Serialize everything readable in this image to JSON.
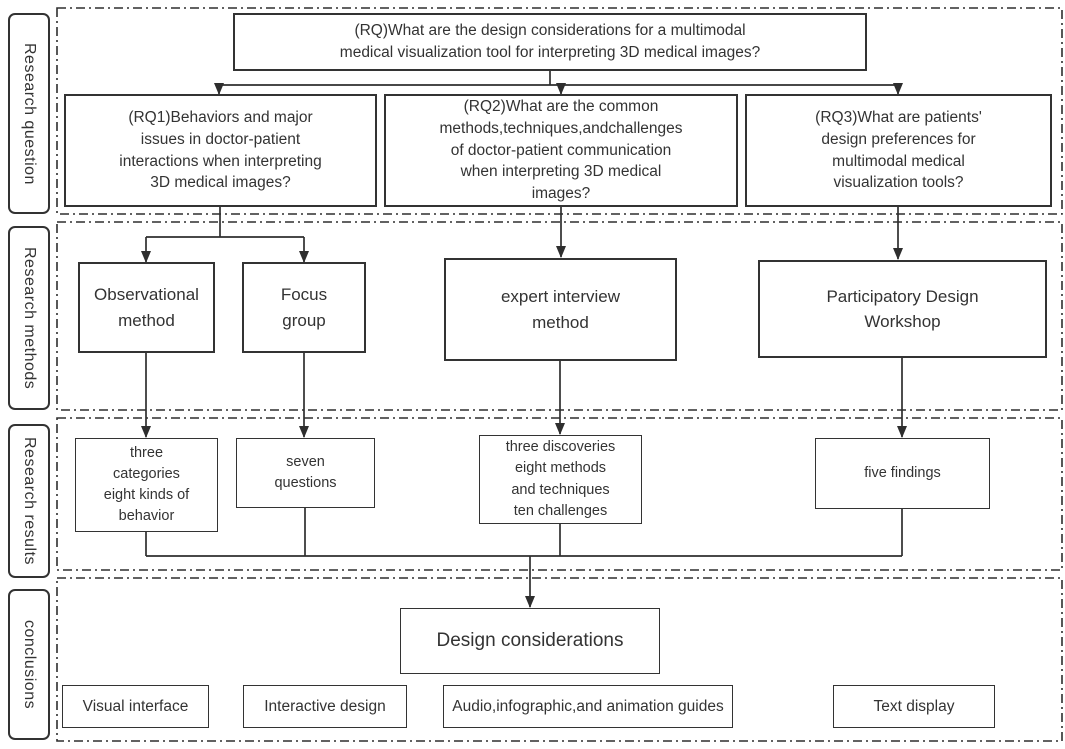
{
  "sections": [
    {
      "id": "research-question",
      "label": "Research question"
    },
    {
      "id": "research-methods",
      "label": "Research methods"
    },
    {
      "id": "research-results",
      "label": "Research results"
    },
    {
      "id": "conclusions",
      "label": "conclusions"
    }
  ],
  "nodes": {
    "rq": "(RQ)What are the design considerations for a multimodal\nmedical visualization tool for interpreting 3D medical images?",
    "rq1": "(RQ1)Behaviors and major\nissues in doctor-patient\ninteractions when interpreting\n3D medical images?",
    "rq2": "(RQ2)What are the common\nmethods,techniques,andchallenges\nof doctor-patient communication\nwhen interpreting 3D medical\nimages?",
    "rq3": "(RQ3)What are patients'\ndesign preferences for\nmultimodal medical\nvisualization tools?",
    "method_observational": "Observational\nmethod",
    "method_focus_group": "Focus\ngroup",
    "method_expert_interview": "expert interview\nmethod",
    "method_participatory": "Participatory Design\nWorkshop",
    "result_behavior": "three\ncategories\neight kinds of\nbehavior",
    "result_questions": "seven\nquestions",
    "result_discoveries": "three discoveries\neight methods\nand techniques\nten challenges",
    "result_findings": "five findings",
    "conclusion_main": "Design considerations",
    "conclusion_visual": "Visual interface",
    "conclusion_interactive": "Interactive design",
    "conclusion_audio": "Audio,infographic,and animation guides",
    "conclusion_text": "Text display"
  },
  "colors": {
    "line": "#2e2e2e",
    "text": "#333333",
    "background": "#ffffff"
  }
}
